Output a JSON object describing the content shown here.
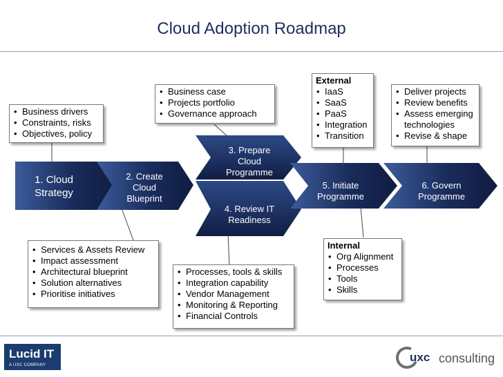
{
  "title": "Cloud Adoption Roadmap",
  "steps": [
    {
      "lines": [
        "1. Cloud",
        "Strategy"
      ]
    },
    {
      "lines": [
        "2. Create",
        "Cloud",
        "Blueprint"
      ]
    },
    {
      "lines": [
        "3. Prepare",
        "Cloud",
        "Programme"
      ]
    },
    {
      "lines": [
        "4. Review IT",
        "Readiness"
      ]
    },
    {
      "lines": [
        "5. Initiate",
        "Programme"
      ]
    },
    {
      "lines": [
        "6. Govern",
        "Programme"
      ]
    }
  ],
  "boxes": {
    "business": {
      "items": [
        "Business drivers",
        "Constraints, risks",
        "Objectives, policy"
      ]
    },
    "case": {
      "items": [
        "Business case",
        "Projects portfolio",
        "Governance approach"
      ]
    },
    "external": {
      "heading": "External",
      "items": [
        "IaaS",
        "SaaS",
        "PaaS",
        "Integration",
        "Transition"
      ]
    },
    "deliver": {
      "items": [
        "Deliver projects",
        "Review benefits",
        "Assess emerging technologies",
        "Revise & shape"
      ]
    },
    "services": {
      "items": [
        "Services & Assets Review",
        "Impact assessment",
        "Architectural blueprint",
        "Solution alternatives",
        "Prioritise initiatives"
      ]
    },
    "processes": {
      "items": [
        "Processes, tools & skills",
        "Integration capability",
        "Vendor Management",
        "Monitoring & Reporting",
        "Financial Controls"
      ]
    },
    "internal": {
      "heading": "Internal",
      "items": [
        "Org Alignment",
        "Processes",
        "Tools",
        "Skills"
      ]
    }
  },
  "logos": {
    "lucid_name": "Lucid IT",
    "lucid_sub": "A UXC COMPANY",
    "uxc_mark": "uxc",
    "uxc_word": "consulting"
  },
  "colors": {
    "arrow_dark": "#14224a",
    "arrow_light": "#2c4a86",
    "title": "#1f2f5a"
  }
}
